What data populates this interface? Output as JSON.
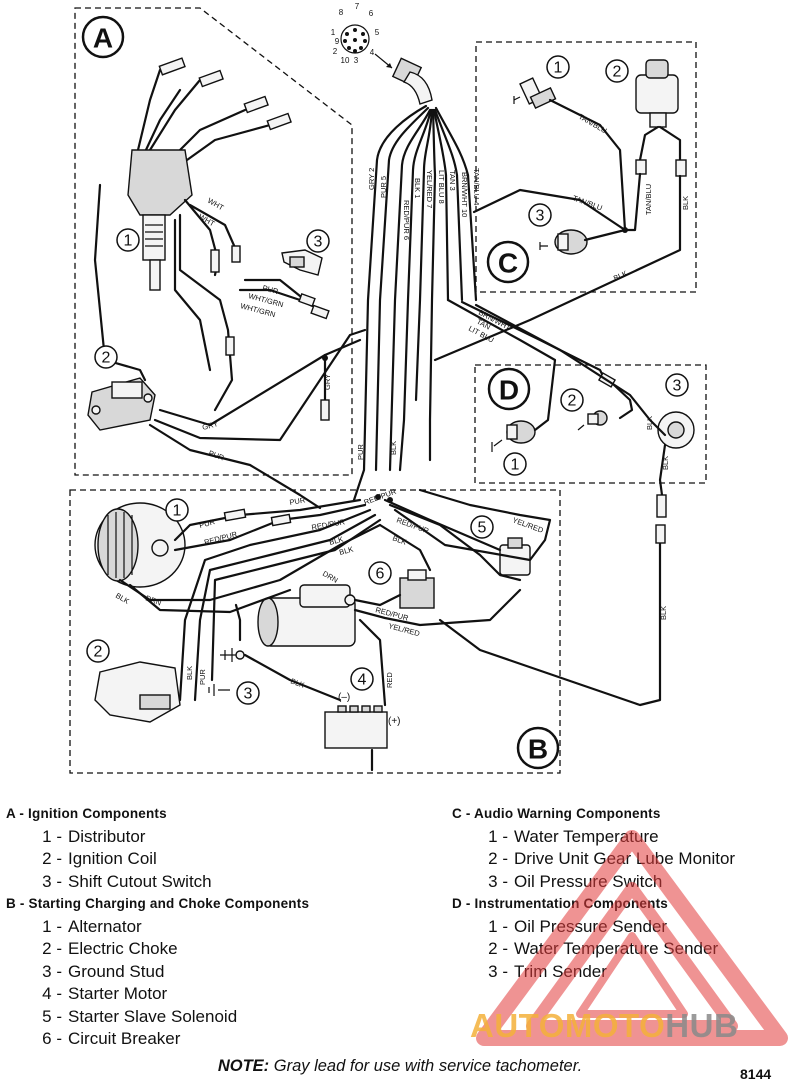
{
  "diagram": {
    "sections": [
      {
        "letter": "A"
      },
      {
        "letter": "B"
      },
      {
        "letter": "C"
      },
      {
        "letter": "D"
      }
    ],
    "component_numbers": {
      "A": [
        "1",
        "2",
        "3"
      ],
      "B": [
        "1",
        "2",
        "3",
        "4",
        "5",
        "6"
      ],
      "C": [
        "1",
        "2",
        "3"
      ],
      "D": [
        "1",
        "2",
        "3"
      ]
    },
    "connector_pins": [
      "7",
      "8",
      "6",
      "1",
      "9",
      "5",
      "2",
      "4",
      "10",
      "3"
    ],
    "harness_labels": [
      "GRY 2",
      "PUR 5",
      "RED/PUR 6",
      "BLK 1",
      "YEL/RED 7",
      "LIT BLU 8",
      "TAN 3",
      "BRN/WHT 10",
      "TAN/BLU 4"
    ],
    "wire_labels": {
      "wht": "WHT",
      "wht2": "WHT",
      "pur": "PUR",
      "wht_grn": "WHT/GRN",
      "wht_grn2": "WHT/GRN",
      "gry": "GRY",
      "gry2": "GRY",
      "pur_a": "PUR",
      "pur_b": "PUR",
      "blk_main": "BLK",
      "tan_blu_1": "TAN/BLU",
      "tan_blu_2": "TAN/BLU",
      "tan_blu_3": "TAN/BLU",
      "blk_c": "BLK",
      "blk_c2": "BLK",
      "brn_wht": "BRN/WHT",
      "tan": "TAN",
      "lit_blu": "LIT BLU",
      "pur_b1": "PUR",
      "pur_b2": "PUR",
      "red_pur_1": "RED/PUR",
      "red_pur_2": "RED/PUR",
      "red_pur_3": "RED/PUR",
      "red_pur_4": "RED/PUR",
      "red_pur_5": "RED/PUR",
      "blk_b1": "BLK",
      "blk_b2": "BLK",
      "blk_b3": "BLK",
      "blk_b4": "BLK",
      "blk_b5": "BLK",
      "blk_b6": "BLK",
      "drn_1": "DRN",
      "drn_2": "DRN",
      "yel_red_1": "YEL/RED",
      "yel_red_2": "YEL/RED",
      "red": "RED",
      "pur_b3": "PUR",
      "blk_d1": "BLK",
      "blk_d2": "BLK",
      "blk_long": "BLK"
    },
    "battery_minus": "(–)",
    "battery_plus": "(+)"
  },
  "legend": {
    "A": {
      "heading": "A - Ignition Components",
      "items": [
        {
          "num": "1",
          "label": "Distributor"
        },
        {
          "num": "2",
          "label": "Ignition Coil"
        },
        {
          "num": "3",
          "label": "Shift Cutout Switch"
        }
      ]
    },
    "B": {
      "heading": "B - Starting Charging and Choke Components",
      "items": [
        {
          "num": "1",
          "label": "Alternator"
        },
        {
          "num": "2",
          "label": "Electric Choke"
        },
        {
          "num": "3",
          "label": "Ground Stud"
        },
        {
          "num": "4",
          "label": "Starter Motor"
        },
        {
          "num": "5",
          "label": "Starter Slave Solenoid"
        },
        {
          "num": "6",
          "label": "Circuit Breaker"
        }
      ]
    },
    "C": {
      "heading": "C - Audio Warning Components",
      "items": [
        {
          "num": "1",
          "label": "Water Temperature"
        },
        {
          "num": "2",
          "label": "Drive Unit Gear Lube Monitor"
        },
        {
          "num": "3",
          "label": "Oil Pressure Switch"
        }
      ]
    },
    "D": {
      "heading": "D - Instrumentation Components",
      "items": [
        {
          "num": "1",
          "label": "Oil Pressure Sender"
        },
        {
          "num": "2",
          "label": "Water Temperature Sender"
        },
        {
          "num": "3",
          "label": "Trim Sender"
        }
      ]
    }
  },
  "note": {
    "prefix": "NOTE:",
    "text": " Gray lead for use with service tachometer."
  },
  "figure_number": "8144",
  "watermark": {
    "part1": "AUTOMOTO",
    "part2": "HUB",
    "color_primary": "#f4b13a",
    "color_secondary": "#8a8a8a",
    "triangle_color": "#e23b3b"
  }
}
